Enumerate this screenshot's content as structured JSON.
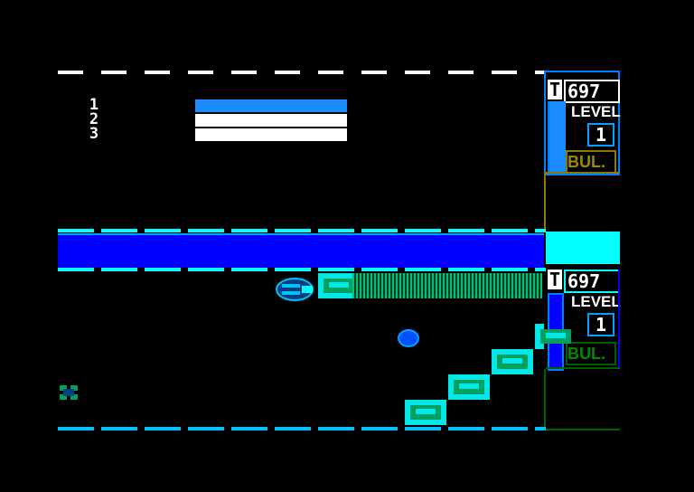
{
  "scoreboard": {
    "ranks": [
      "1",
      "2",
      "3"
    ],
    "bar_colors": [
      "#1a8cff",
      "#ffffff",
      "#ffffff"
    ]
  },
  "hud_top": {
    "timer_letter": "T",
    "timer_value": "697",
    "level_label": "LEVEL",
    "level_value": "1",
    "weapon_label": "BUL."
  },
  "hud_bottom": {
    "timer_letter": "T",
    "timer_value": "697",
    "level_label": "LEVEL",
    "level_value": "1",
    "weapon_label": "BUL."
  },
  "colors": {
    "background": "#000000",
    "water": "#0000ff",
    "accent_cyan": "#00ffff",
    "block_green": "#00a060",
    "hud_blue": "#0080ff",
    "hud_olive": "#8a7a00"
  },
  "icons": {
    "player_ship": "ship-icon",
    "enemy_orb": "orb-icon",
    "enemy_crab": "crab-icon"
  }
}
